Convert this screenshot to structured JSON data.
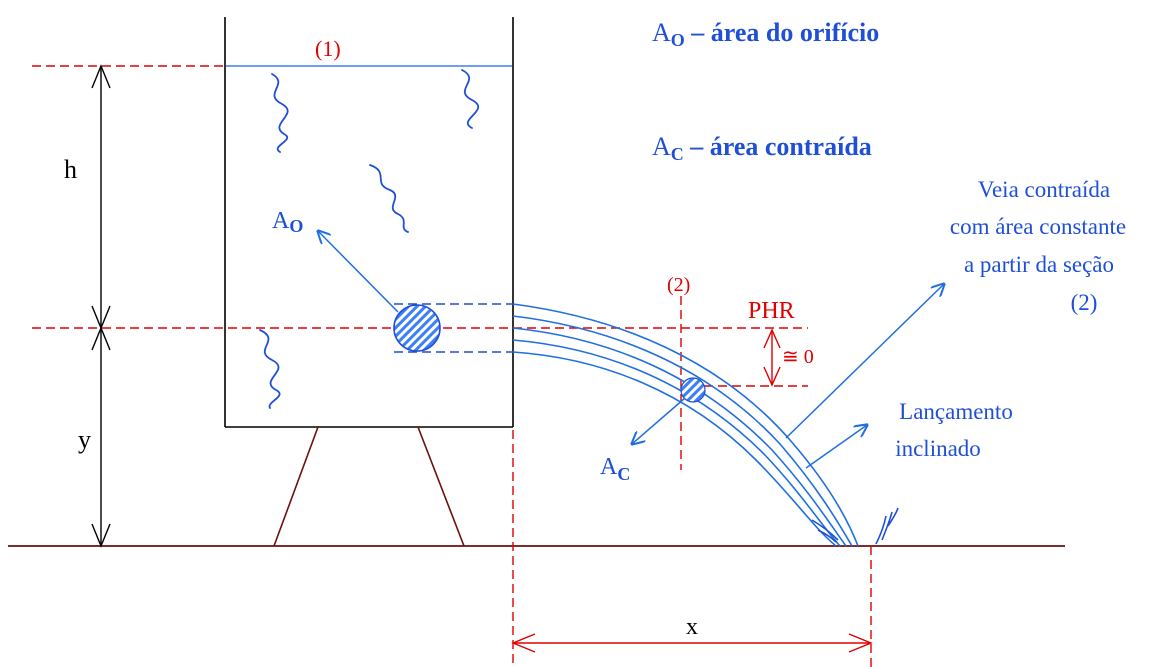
{
  "legend": {
    "area_orificio": {
      "symbol": "A",
      "sub": "O",
      "text": " – área do orifício"
    },
    "area_contraida": {
      "symbol": "A",
      "sub": "C",
      "text": " – área contraída"
    }
  },
  "labels": {
    "section1": "(1)",
    "section2": "(2)",
    "h": "h",
    "y": "y",
    "x": "x",
    "phr": "PHR",
    "approx_zero": "≅ 0",
    "ao_symbol": "A",
    "ao_sub": "O",
    "ac_symbol": "A",
    "ac_sub": "C"
  },
  "annotations": {
    "veia": [
      "Veia contraída",
      "com área constante",
      "a partir da seção",
      "(2)"
    ],
    "lancamento": [
      "Lançamento",
      "inclinado"
    ]
  },
  "colors": {
    "blue": "#1f4fd6",
    "light_blue": "#3d7ff5",
    "red": "#e00000",
    "black": "#000000",
    "brown": "#6b0f0f"
  }
}
